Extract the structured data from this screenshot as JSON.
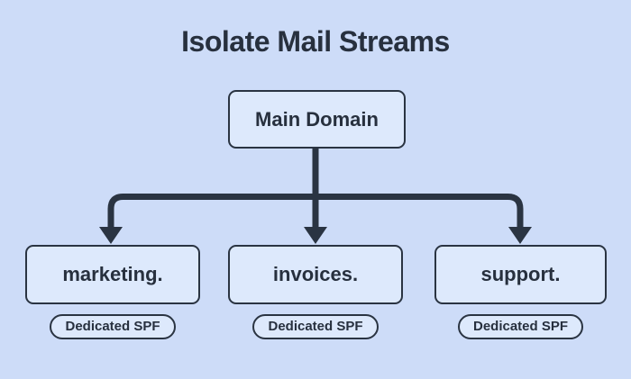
{
  "title": "Isolate Mail Streams",
  "colors": {
    "background": "#cddcf8",
    "node_fill": "#dde9fc",
    "stroke": "#2a3442",
    "text": "#27303e"
  },
  "root_node": {
    "label": "Main Domain"
  },
  "branches": [
    {
      "label": "marketing.",
      "badge": "Dedicated SPF"
    },
    {
      "label": "invoices.",
      "badge": "Dedicated SPF"
    },
    {
      "label": "support.",
      "badge": "Dedicated SPF"
    }
  ]
}
